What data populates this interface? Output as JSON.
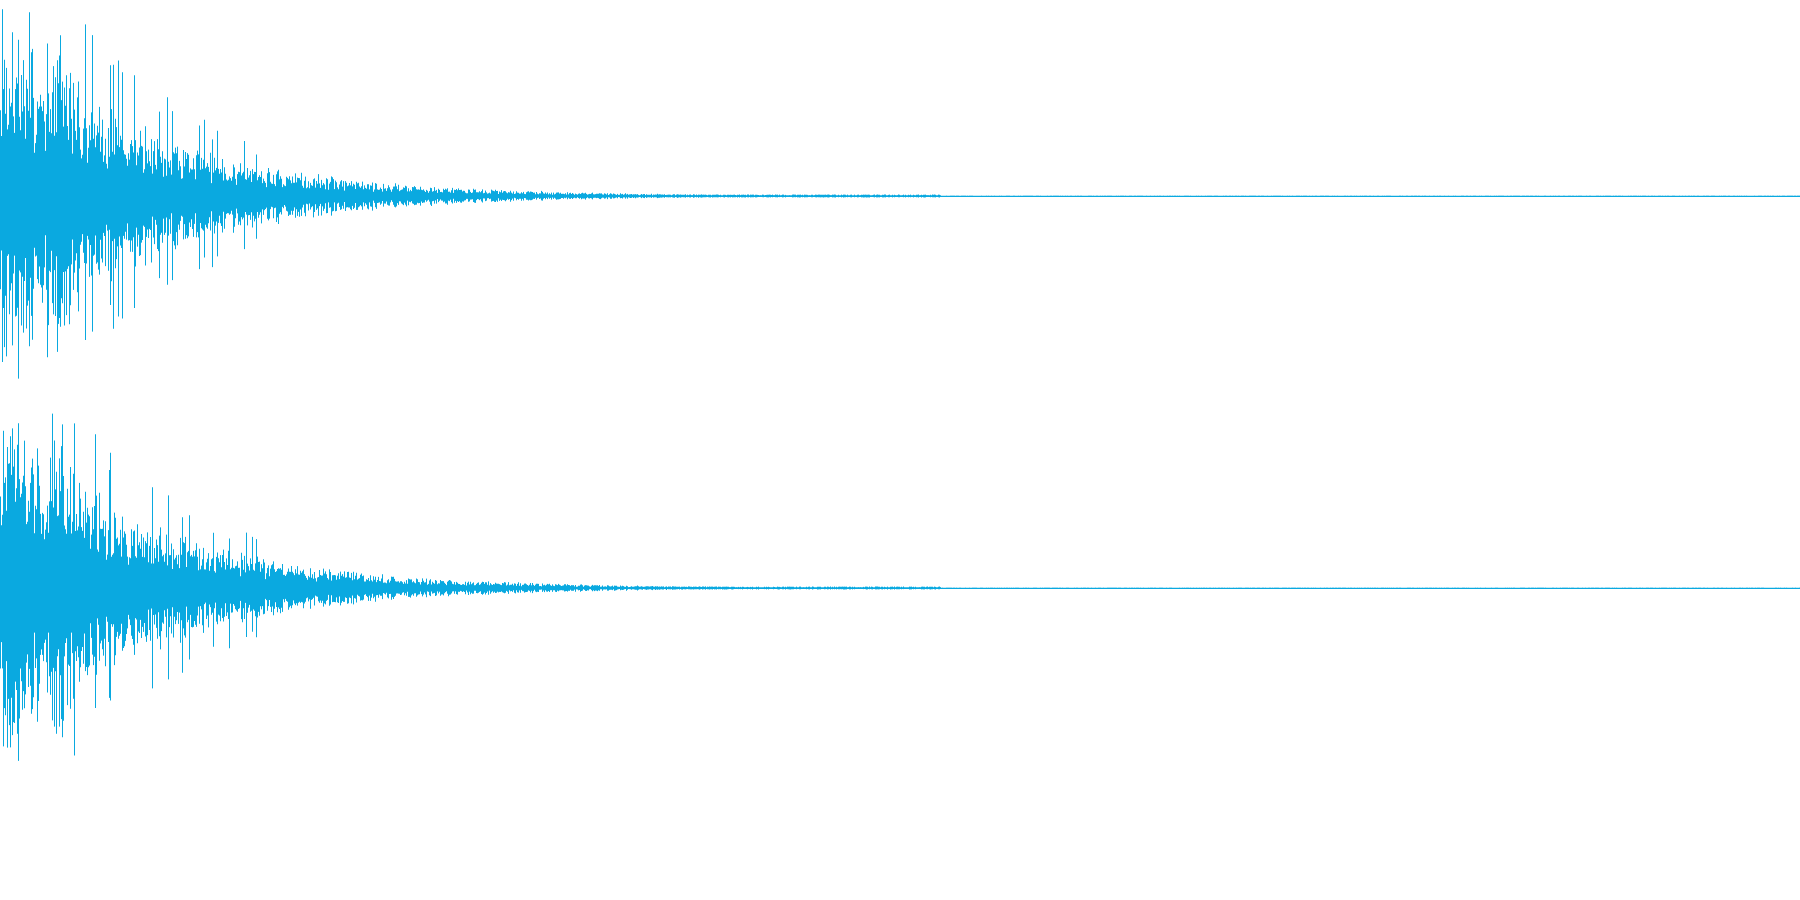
{
  "waveform": {
    "color": "#0aa9e0",
    "channel_count": 2,
    "channels": [
      {
        "name": "left"
      },
      {
        "name": "right"
      }
    ]
  }
}
